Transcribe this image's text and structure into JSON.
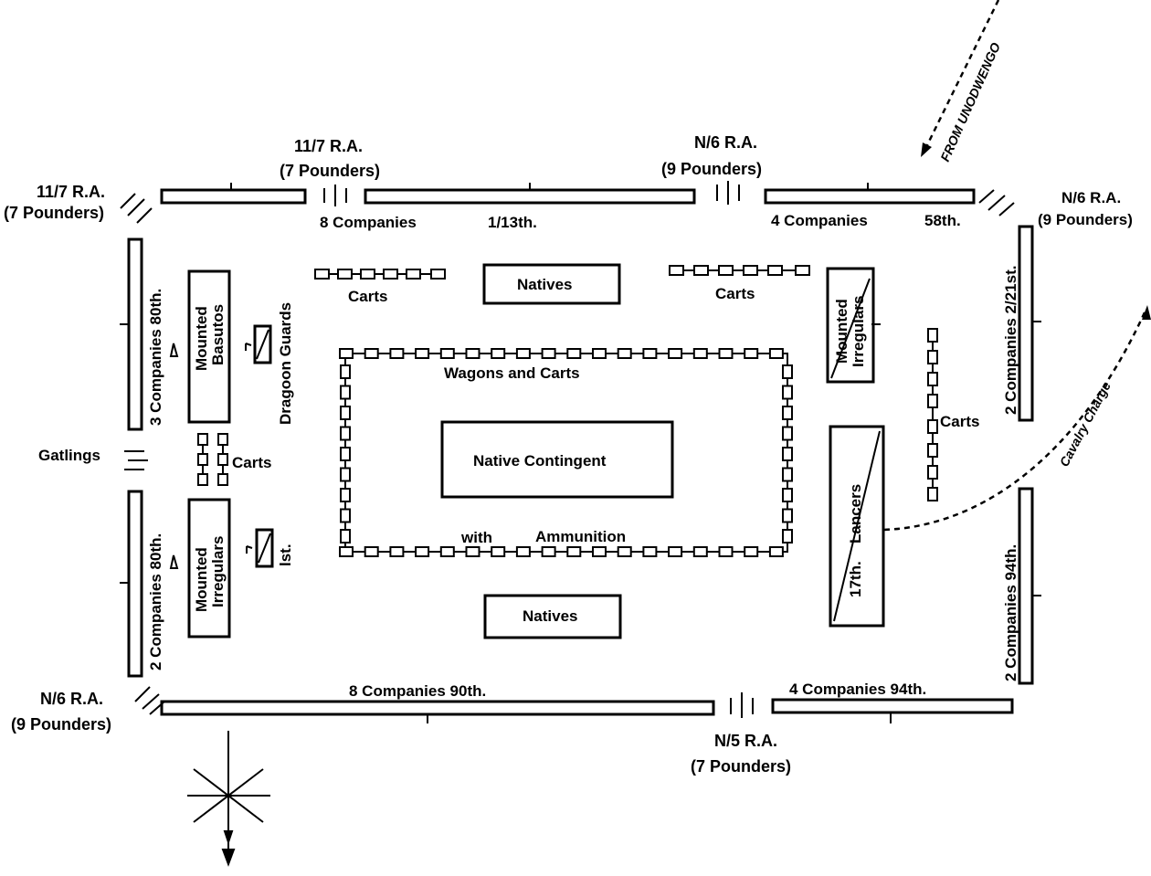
{
  "labels": {
    "ra_11_7_top": "11/7 R.A.",
    "pounders_7_top": "(7 Pounders)",
    "ra_n6_top": "N/6 R.A.",
    "pounders_9_top": "(9 Pounders)",
    "ra_11_7_left": "11/7 R.A.",
    "pounders_7_left": "(7 Pounders)",
    "ra_n6_right": "N/6 R.A.",
    "pounders_9_right": "(9 Pounders)",
    "ra_n6_left": "N/6 R.A.",
    "pounders_9_left": "(9 Pounders)",
    "ra_n5": "N/5 R.A.",
    "pounders_7_bottom": "(7 Pounders)",
    "eight_companies_top": "8 Companies",
    "regiment_13": "1/13th.",
    "four_companies_58": "4 Companies",
    "regiment_58": "58th.",
    "three_companies_80": "3 Companies 80th.",
    "two_companies_80": "2 Companies 80th.",
    "two_companies_2_21": "2 Companies 2/21st.",
    "two_companies_94": "2 Companies 94th.",
    "eight_companies_90": "8 Companies 90th.",
    "four_companies_94": "4 Companies 94th.",
    "gatlings": "Gatlings",
    "carts_top_left": "Carts",
    "carts_top_right": "Carts",
    "carts_left": "Carts",
    "carts_right": "Carts",
    "natives_top": "Natives",
    "natives_bottom": "Natives",
    "wagons_and_carts": "Wagons and Carts",
    "native_contingent": "Native Contingent",
    "with": "with",
    "ammunition": "Ammunition",
    "mounted_basutos_1": "Mounted",
    "mounted_basutos_2": "Basutos",
    "mounted_irregulars_left_1": "Mounted",
    "mounted_irregulars_left_2": "Irregulars",
    "mounted_irregulars_right_1": "Mounted",
    "mounted_irregulars_right_2": "Irregulars",
    "dragoon_guards": "Dragoon Guards",
    "first": "lst.",
    "lancers": "Lancers",
    "seventeenth": "17th.",
    "from_unodwengo": "FROM UNODWENGO",
    "cavalry_charge": "Cavalry Charge"
  },
  "compass": {
    "icon": "compass-rose-icon"
  }
}
